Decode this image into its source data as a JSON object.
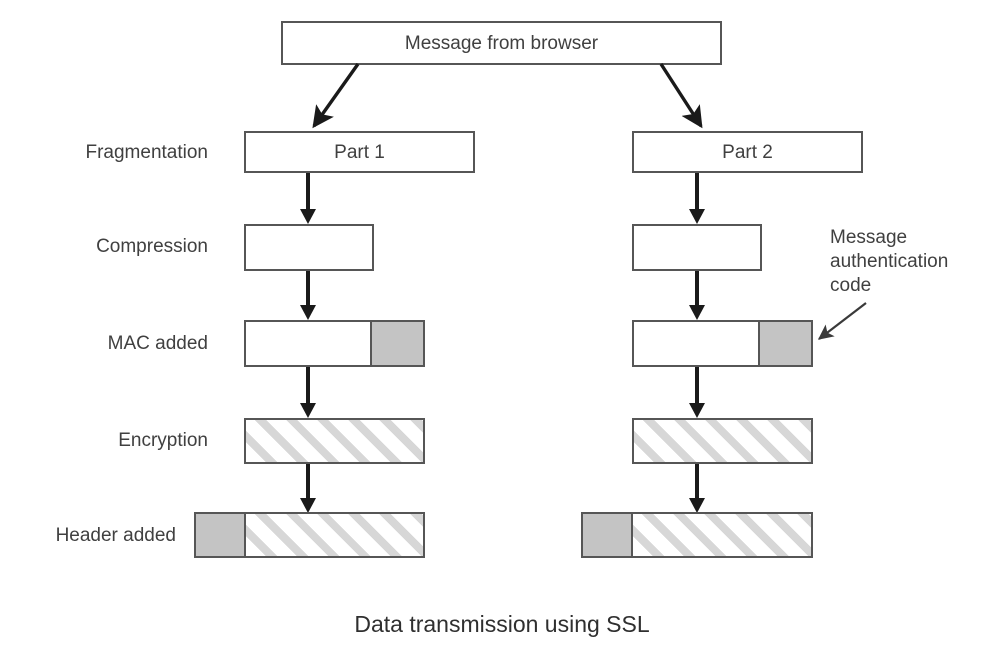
{
  "figure": {
    "caption": "Data transmission using SSL",
    "top_box_label": "Message from browser",
    "annotation": {
      "line1": "Message",
      "line2": "authentication",
      "line3": "code"
    },
    "colors": {
      "box_border": "#565656",
      "gray_fill": "#c4c4c4",
      "hatch_line": "#d7d7d7",
      "arrow": "#1a1a1a",
      "text": "#404040",
      "background": "#ffffff"
    },
    "stages": [
      {
        "label": "Fragmentation"
      },
      {
        "label": "Compression"
      },
      {
        "label": "MAC added"
      },
      {
        "label": "Encryption"
      },
      {
        "label": "Header added"
      }
    ],
    "columns": [
      {
        "name": "Part 1",
        "label": "Part 1"
      },
      {
        "name": "Part 2",
        "label": "Part 2"
      }
    ]
  }
}
